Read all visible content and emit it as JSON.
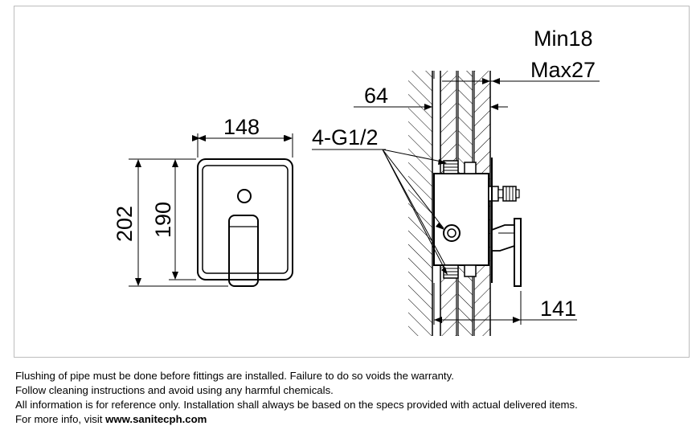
{
  "diagram": {
    "dimensions": {
      "front_width": "148",
      "front_outer_height": "202",
      "front_inner_height": "190",
      "wall_min": "Min18",
      "wall_max": "Max27",
      "wall_offset": "64",
      "thread_callout": "4-G1/2",
      "depth": "141"
    }
  },
  "notes": {
    "line1": "Flushing of pipe must be done before fittings are installed. Failure to do so voids the warranty.",
    "line2": "Follow cleaning instructions and avoid using any harmful chemicals.",
    "line3": "All information is for reference only. Installation shall always be based on the specs provided with actual delivered items.",
    "line4_prefix": "For more info, visit ",
    "line4_link": "www.sanitecph.com"
  }
}
